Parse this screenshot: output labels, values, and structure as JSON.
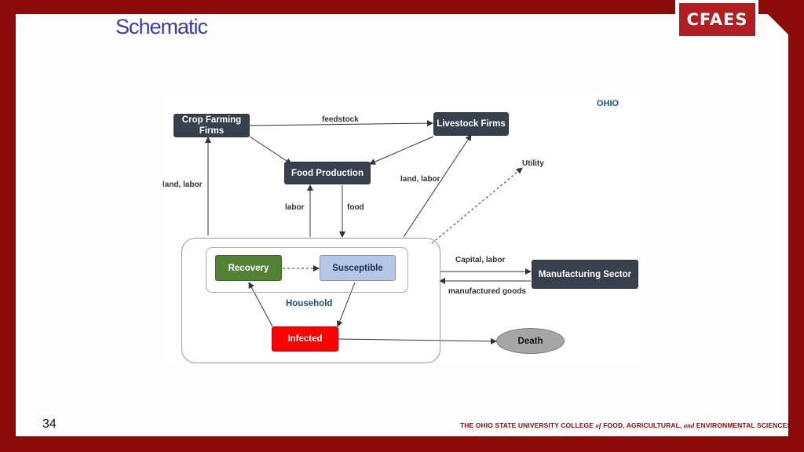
{
  "slide": {
    "title": "Schematic",
    "logo_text": "CFAES",
    "page_number": "34",
    "footer_part1": "THE OHIO STATE UNIVERSITY COLLEGE ",
    "footer_of": "of",
    "footer_part2": " FOOD, AGRICULTURAL, ",
    "footer_and": "and",
    "footer_part3": " ENVIRONMENTAL SCIENCES"
  },
  "diagram": {
    "region_label": "OHIO",
    "nodes": {
      "crop_farming": "Crop Farming Firms",
      "livestock": "Livestock Firms",
      "food_production": "Food Production",
      "recovery": "Recovery",
      "susceptible": "Susceptible",
      "household": "Household",
      "infected": "Infected",
      "manufacturing": "Manufacturing Sector",
      "death": "Death"
    },
    "edge_labels": {
      "feedstock": "feedstock",
      "land_labor_left": "land, labor",
      "land_labor_right": "land, labor",
      "labor": "labor",
      "food": "food",
      "utility": "Utility",
      "capital_labor": "Capital, labor",
      "manufactured_goods": "manufactured goods"
    },
    "colors": {
      "dark_node": "#36414d",
      "recovery": "#538135",
      "susceptible": "#b4c7e7",
      "infected": "#ff0000",
      "death": "#a6a6a6",
      "household_label": "#1f4e79"
    }
  }
}
